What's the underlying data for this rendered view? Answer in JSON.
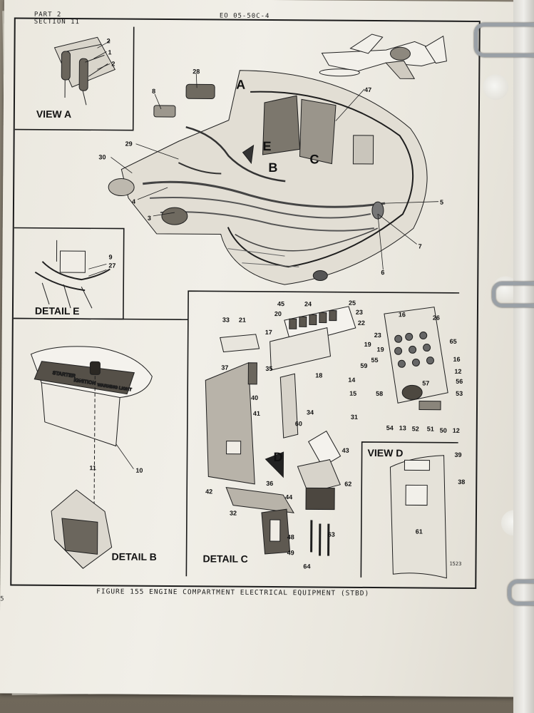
{
  "header": {
    "part": "PART 2",
    "section": "SECTION 11",
    "doc_code": "EO 05-50C-4"
  },
  "views": {
    "view_a": "VIEW A",
    "detail_e": "DETAIL E",
    "detail_b": "DETAIL B",
    "detail_c": "DETAIL C",
    "view_d": "VIEW D",
    "main_letters": [
      "A",
      "E",
      "B",
      "C"
    ],
    "arrow_d": "D"
  },
  "callouts": {
    "view_a": [
      "2",
      "1",
      "2"
    ],
    "main": [
      "28",
      "8",
      "29",
      "30",
      "4",
      "3",
      "47",
      "5",
      "7",
      "6"
    ],
    "detail_e": [
      "9",
      "27"
    ],
    "detail_b": [
      "10",
      "11"
    ],
    "detail_c": [
      "33",
      "21",
      "45",
      "24",
      "25",
      "23",
      "22",
      "20",
      "17",
      "19",
      "18",
      "37",
      "35",
      "40",
      "41",
      "34",
      "36",
      "42",
      "32",
      "60",
      "43",
      "62",
      "44",
      "63",
      "48",
      "49",
      "64",
      "16",
      "26",
      "23",
      "65",
      "19",
      "16",
      "55",
      "59",
      "12",
      "14",
      "56",
      "15",
      "58",
      "57",
      "53",
      "31",
      "54",
      "13",
      "52",
      "51",
      "50",
      "12"
    ],
    "view_d": [
      "39",
      "38",
      "61"
    ]
  },
  "detail_b_plate": [
    "STARTER",
    "IGNITION",
    "WARNING LIGHT"
  ],
  "caption": "FIGURE 155  ENGINE COMPARTMENT ELECTRICAL EQUIPMENT (STBD)",
  "drawing_code": "1523",
  "page_mark": "5"
}
